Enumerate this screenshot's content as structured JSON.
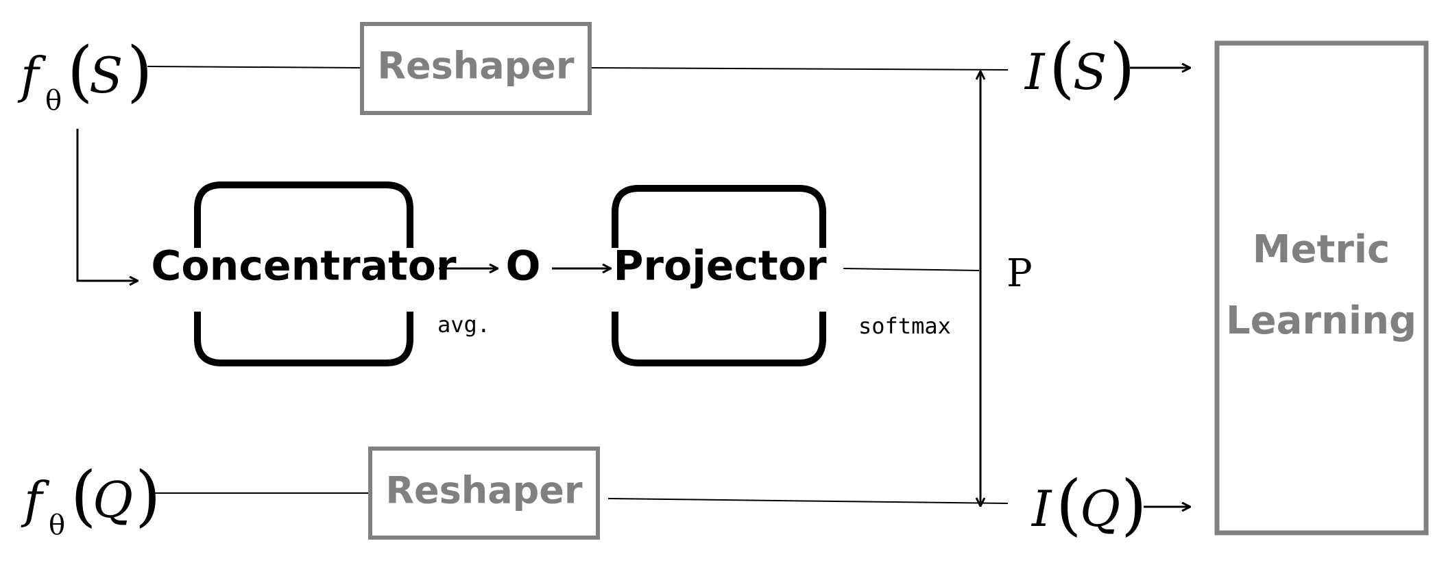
{
  "inputs": {
    "support": {
      "func": "f",
      "sub": "θ",
      "arg": "S"
    },
    "query": {
      "func": "f",
      "sub": "θ",
      "arg": "Q"
    }
  },
  "outputs": {
    "support": {
      "func": "I",
      "arg": "S"
    },
    "query": {
      "func": "I",
      "arg": "Q"
    }
  },
  "blocks": {
    "reshaper_top": "Reshaper",
    "reshaper_bottom": "Reshaper",
    "concentrator": "Concentrator",
    "projector": "Projector",
    "metric_line1": "Metric",
    "metric_line2": "Learning"
  },
  "labels": {
    "o": "O",
    "avg": "avg.",
    "softmax": "softmax",
    "p": "P"
  },
  "colors": {
    "gray_box": "#808080",
    "line": "#000000"
  }
}
